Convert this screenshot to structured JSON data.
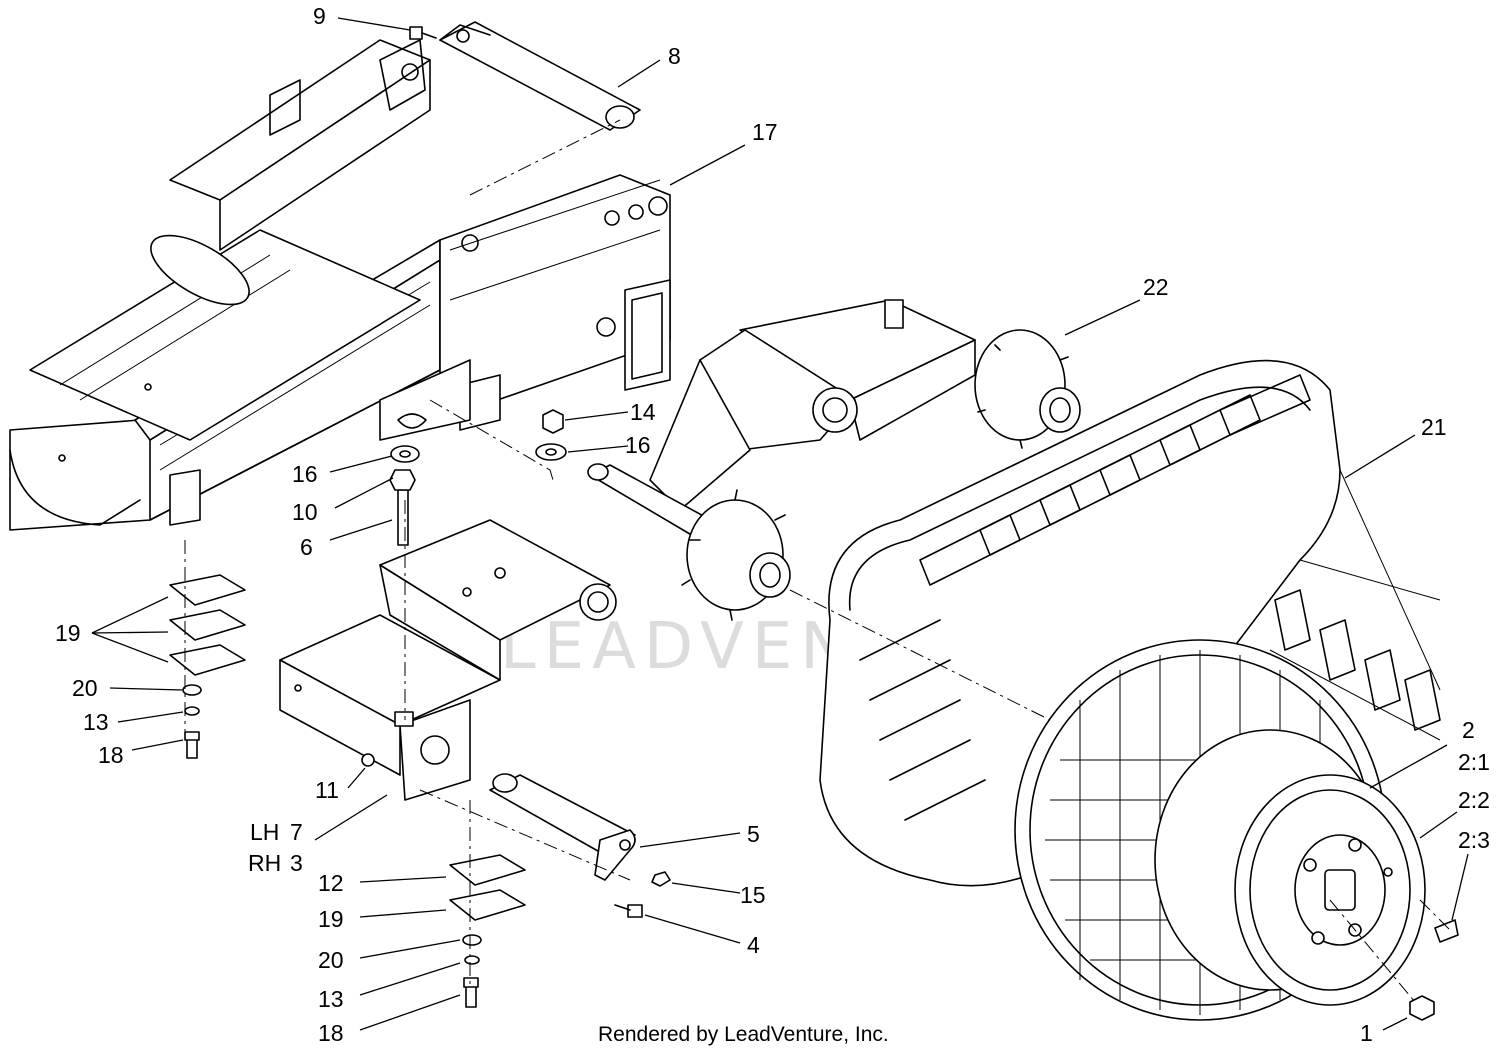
{
  "watermark": "LEADVENTURE",
  "footer": "Rendered by LeadVenture, Inc.",
  "callouts": {
    "c1": "1",
    "c2": "2",
    "c2_1": "2:1",
    "c2_2": "2:2",
    "c2_3": "2:3",
    "c3": "3",
    "c4": "4",
    "c5": "5",
    "c6": "6",
    "c7": "7",
    "c8": "8",
    "c9": "9",
    "c10": "10",
    "c11": "11",
    "c12": "12",
    "c13a": "13",
    "c13b": "13",
    "c14": "14",
    "c15": "15",
    "c16a": "16",
    "c16b": "16",
    "c17": "17",
    "c18a": "18",
    "c18b": "18",
    "c19a": "19",
    "c19b": "19",
    "c20a": "20",
    "c20b": "20",
    "c21": "21",
    "c22": "22",
    "lh": "LH",
    "rh": "RH"
  }
}
